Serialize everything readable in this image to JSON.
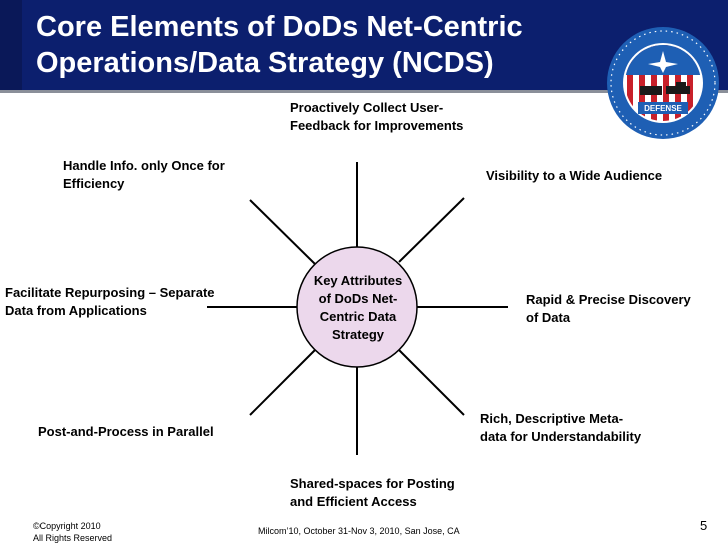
{
  "title_line1": "Core Elements of DoDs Net-Centric",
  "title_line2": "Operations/Data Strategy (NCDS)",
  "center": "Key Attributes\nof DoDs Net-\nCentric Data\nStrategy",
  "spokes": {
    "top": "Proactively Collect User-\nFeedback for Improvements",
    "top_right": "Visibility to a Wide Audience",
    "right": "Rapid & Precise Discovery\nof Data",
    "bottom_right": "Rich, Descriptive Meta-\ndata for Understandability",
    "bottom": "Shared-spaces for Posting\nand Efficient Access",
    "bottom_left": "Post-and-Process in Parallel",
    "left": "Facilitate Repurposing – Separate\nData from Applications",
    "top_left": "Handle Info. only Once for\nEfficiency"
  },
  "seal_text": "DEFENSE",
  "footer": {
    "copyright_symbol": "©",
    "copyright_year": "Copyright  2010",
    "rights": "All Rights Reserved",
    "event": "Milcom’10, October 31-Nov 3, 2010,  San Jose, CA",
    "page": "5"
  },
  "colors": {
    "header_bg": "#0c1f6e",
    "center_fill": "#ecd8ec",
    "seal_blue": "#1e5fb4",
    "seal_red": "#c8202a"
  }
}
